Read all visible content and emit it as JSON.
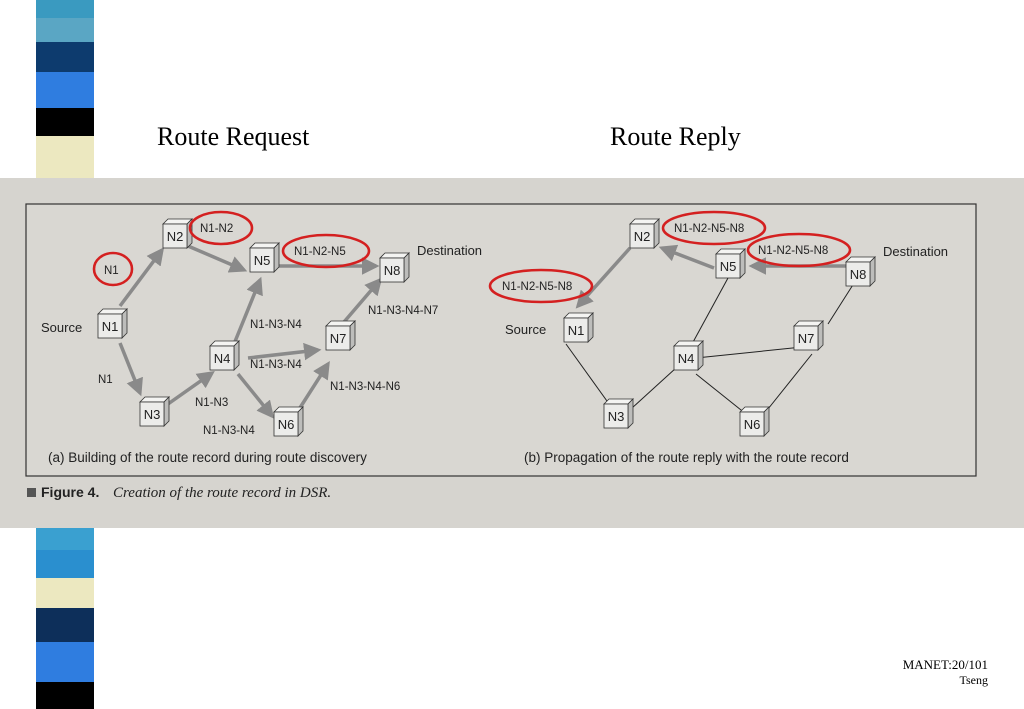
{
  "slide": {
    "title_left": "Route Request",
    "title_right": "Route Reply",
    "footer_page": "MANET:20/101",
    "footer_author": "Tseng"
  },
  "figure": {
    "caption_label": "Figure 4.",
    "caption_text": "Creation of the route record in DSR.",
    "panel_a": {
      "caption": "(a) Building of the route record during route discovery",
      "source_label": "Source",
      "destination_label": "Destination",
      "nodes": [
        "N1",
        "N2",
        "N3",
        "N4",
        "N5",
        "N6",
        "N7",
        "N8"
      ],
      "records": {
        "n1": "N1",
        "n1_n2": "N1-N2",
        "n1_n2_n5": "N1-N2-N5",
        "n1_down": "N1",
        "n1_n3": "N1-N3",
        "n1_n3_n4_a": "N1-N3-N4",
        "n1_n3_n4_b": "N1-N3-N4",
        "n1_n3_n4_c": "N1-N3-N4",
        "n1_n3_n4_n6": "N1-N3-N4-N6",
        "n1_n3_n4_n7": "N1-N3-N4-N7"
      }
    },
    "panel_b": {
      "caption": "(b) Propagation of the route reply with the route record",
      "source_label": "Source",
      "destination_label": "Destination",
      "nodes": [
        "N1",
        "N2",
        "N3",
        "N4",
        "N5",
        "N6",
        "N7",
        "N8"
      ],
      "records": {
        "r1": "N1-N2-N5-N8",
        "r2": "N1-N2-N5-N8",
        "r3": "N1-N2-N5-N8"
      }
    },
    "colors": {
      "highlight_circle": "#d42020",
      "arrow": "#8a8a8a",
      "photo_bg": "#d6d4cf"
    }
  }
}
